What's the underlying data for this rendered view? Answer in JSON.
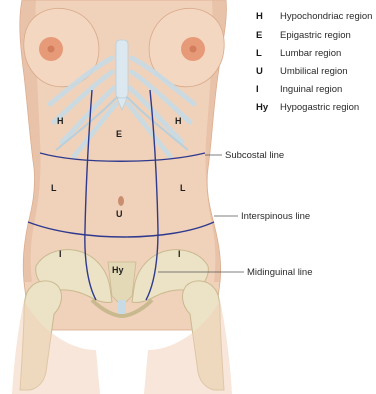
{
  "legend": [
    {
      "code": "H",
      "text": "Hypochondriac region"
    },
    {
      "code": "E",
      "text": "Epigastric region"
    },
    {
      "code": "L",
      "text": "Lumbar region"
    },
    {
      "code": "U",
      "text": "Umbilical region"
    },
    {
      "code": "I",
      "text": "Inguinal region"
    },
    {
      "code": "Hy",
      "text": "Hypogastric region"
    }
  ],
  "region_labels": {
    "h_left": "H",
    "epigastric": "E",
    "h_right": "H",
    "l_left": "L",
    "umbilical": "U",
    "l_right": "L",
    "i_left": "I",
    "hypogastric": "Hy",
    "i_right": "I"
  },
  "callouts": {
    "subcostal": "Subcostal line",
    "interspinous": "Interspinous line",
    "midinguinal": "Midinguinal line"
  },
  "colors": {
    "skin": "#f0d2ba",
    "skin_shadow": "#e3b79a",
    "bone": "#ece3c6",
    "bone_edge": "#c9b98f",
    "rib": "#c7dbe6",
    "areola": "#e79a78",
    "region_line": "#2f3a8f",
    "callout_line": "#555555"
  }
}
